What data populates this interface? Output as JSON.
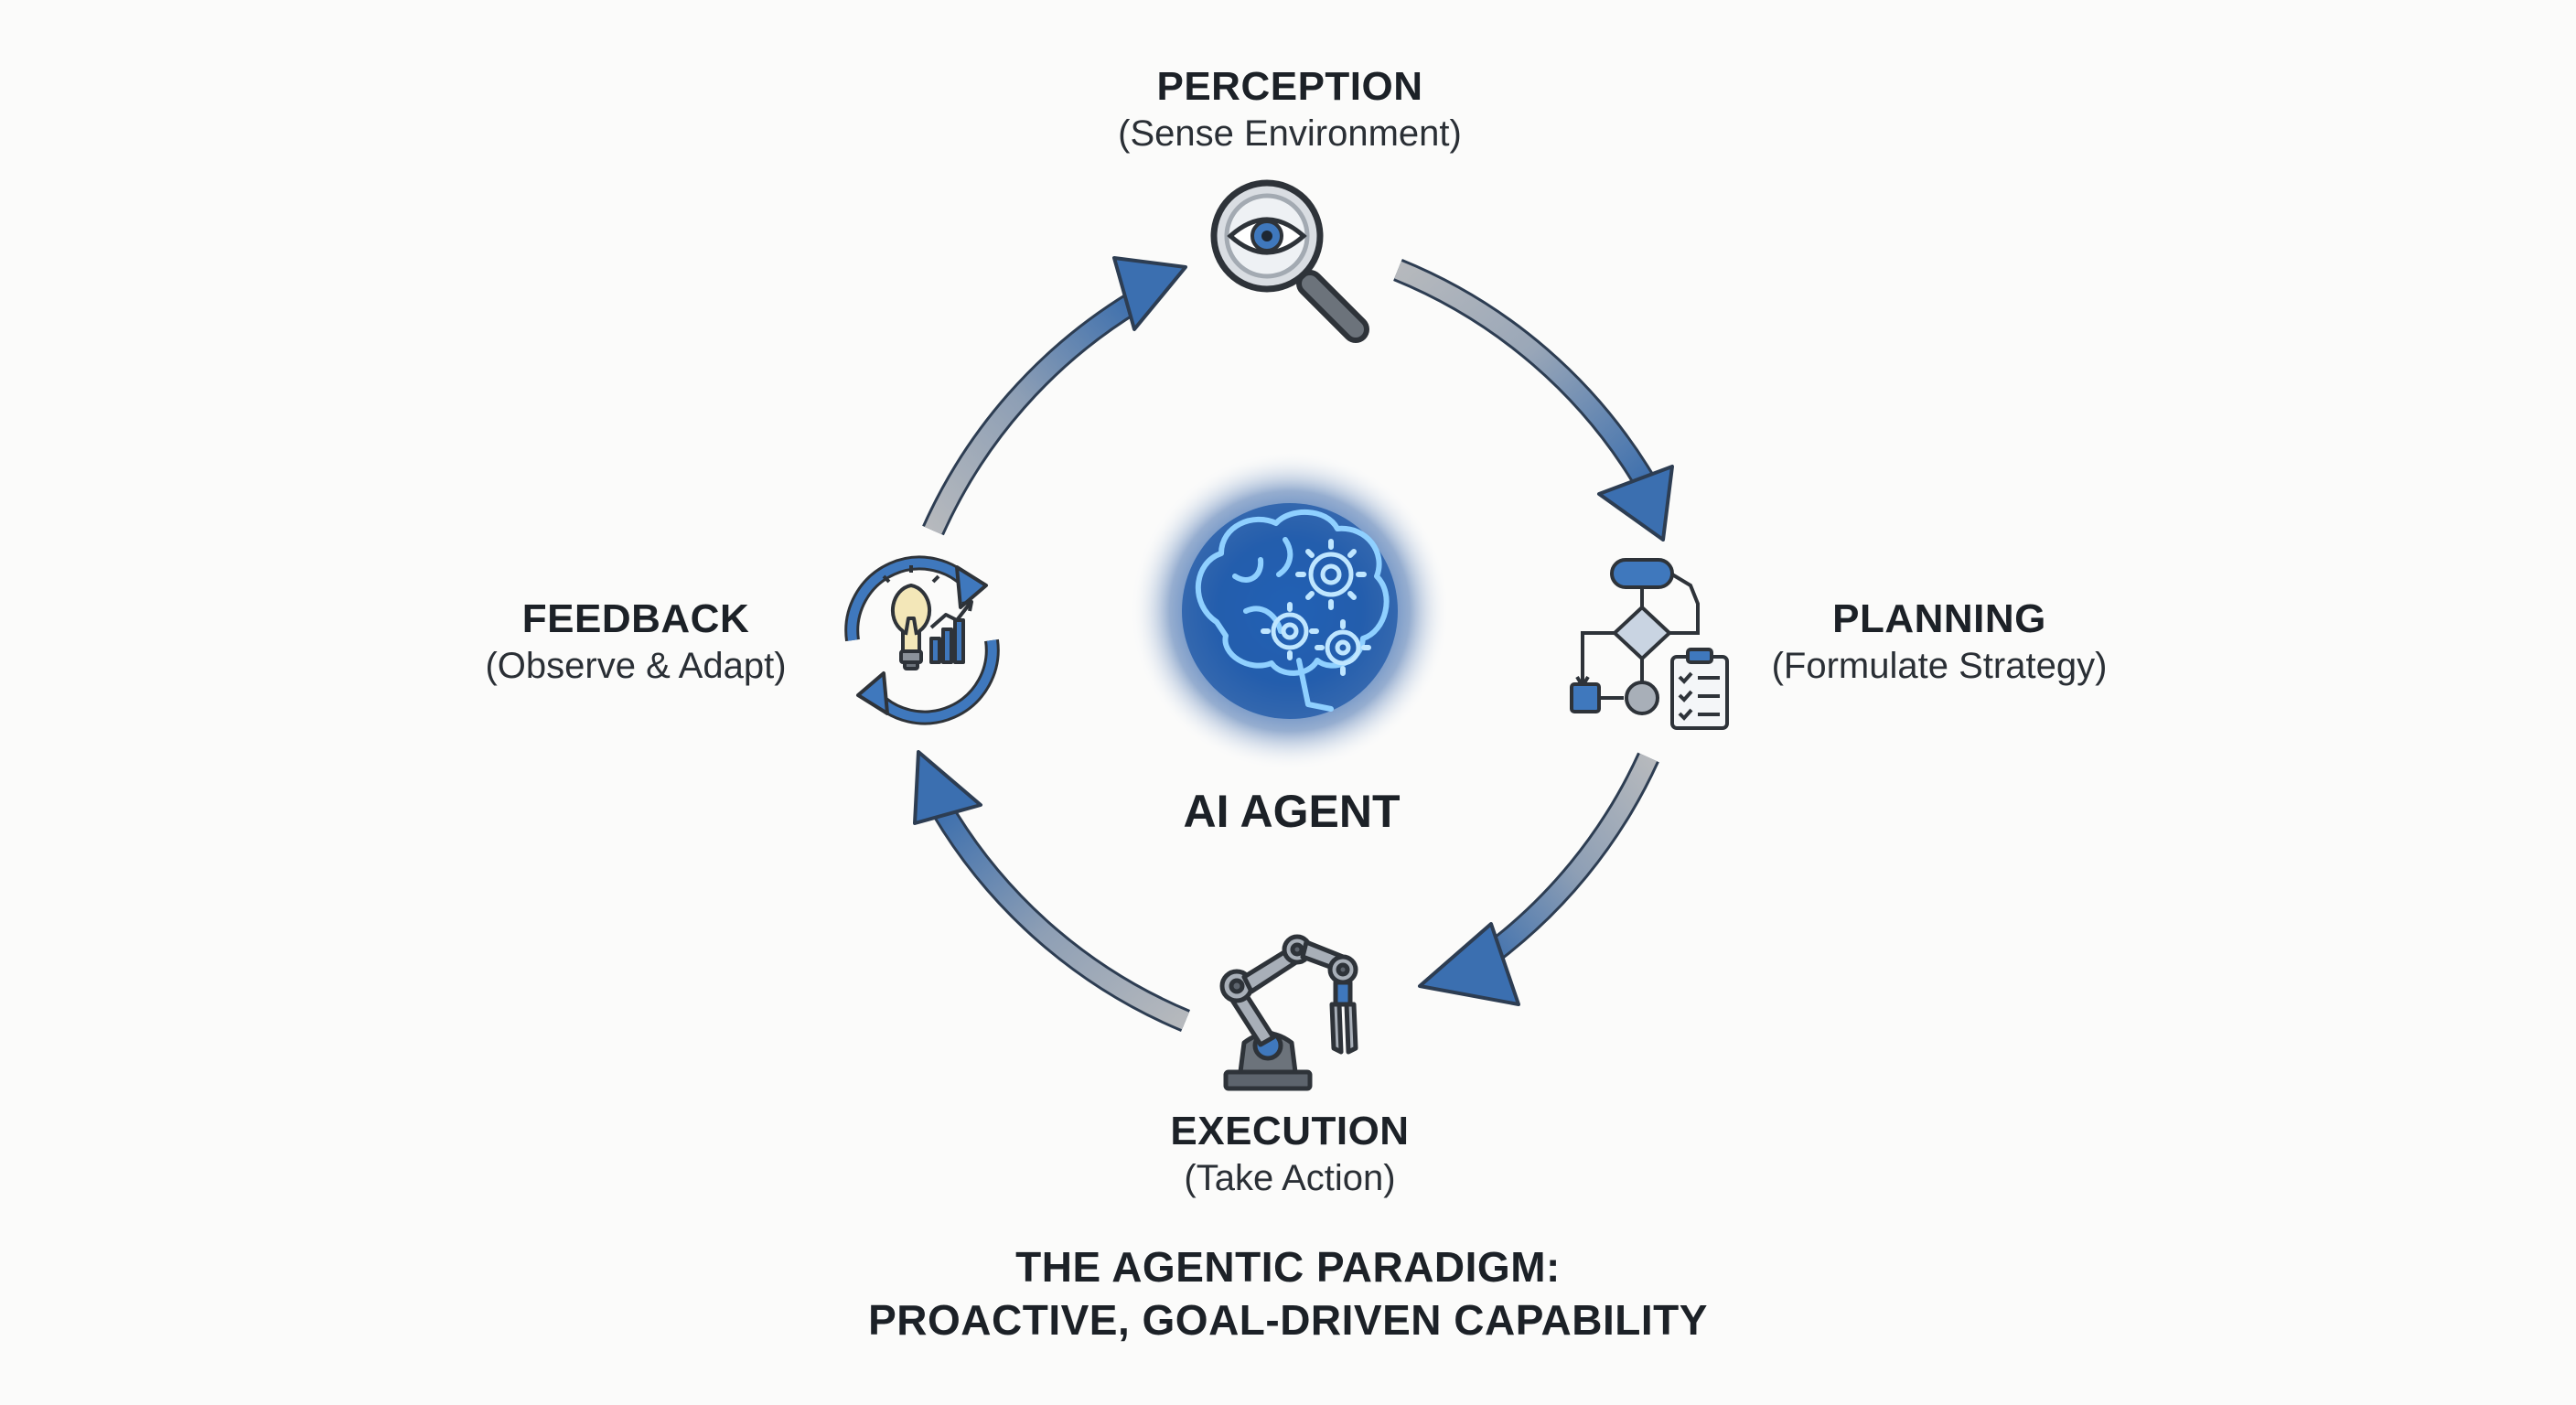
{
  "diagram": {
    "center": {
      "label": "AI AGENT",
      "icon": "brain-gears-icon"
    },
    "stages": [
      {
        "id": "perception",
        "title": "PERCEPTION",
        "subtitle": "(Sense Environment)",
        "icon": "eye-magnifier-icon"
      },
      {
        "id": "planning",
        "title": "PLANNING",
        "subtitle": "(Formulate Strategy)",
        "icon": "flowchart-checklist-icon"
      },
      {
        "id": "execution",
        "title": "EXECUTION",
        "subtitle": "(Take Action)",
        "icon": "robot-arm-icon"
      },
      {
        "id": "feedback",
        "title": "FEEDBACK",
        "subtitle": "(Observe & Adapt)",
        "icon": "lightbulb-cycle-icon"
      }
    ],
    "footer": {
      "line1": "THE AGENTIC PARADIGM:",
      "line2": "PROACTIVE, GOAL-DRIVEN CAPABILITY"
    },
    "colors": {
      "arrow_blue": "#3b6fb0",
      "arrow_gray": "#a9adb3",
      "icon_blue": "#3f78bd",
      "icon_gray": "#5d646d",
      "glow": "#2f7de0"
    }
  }
}
